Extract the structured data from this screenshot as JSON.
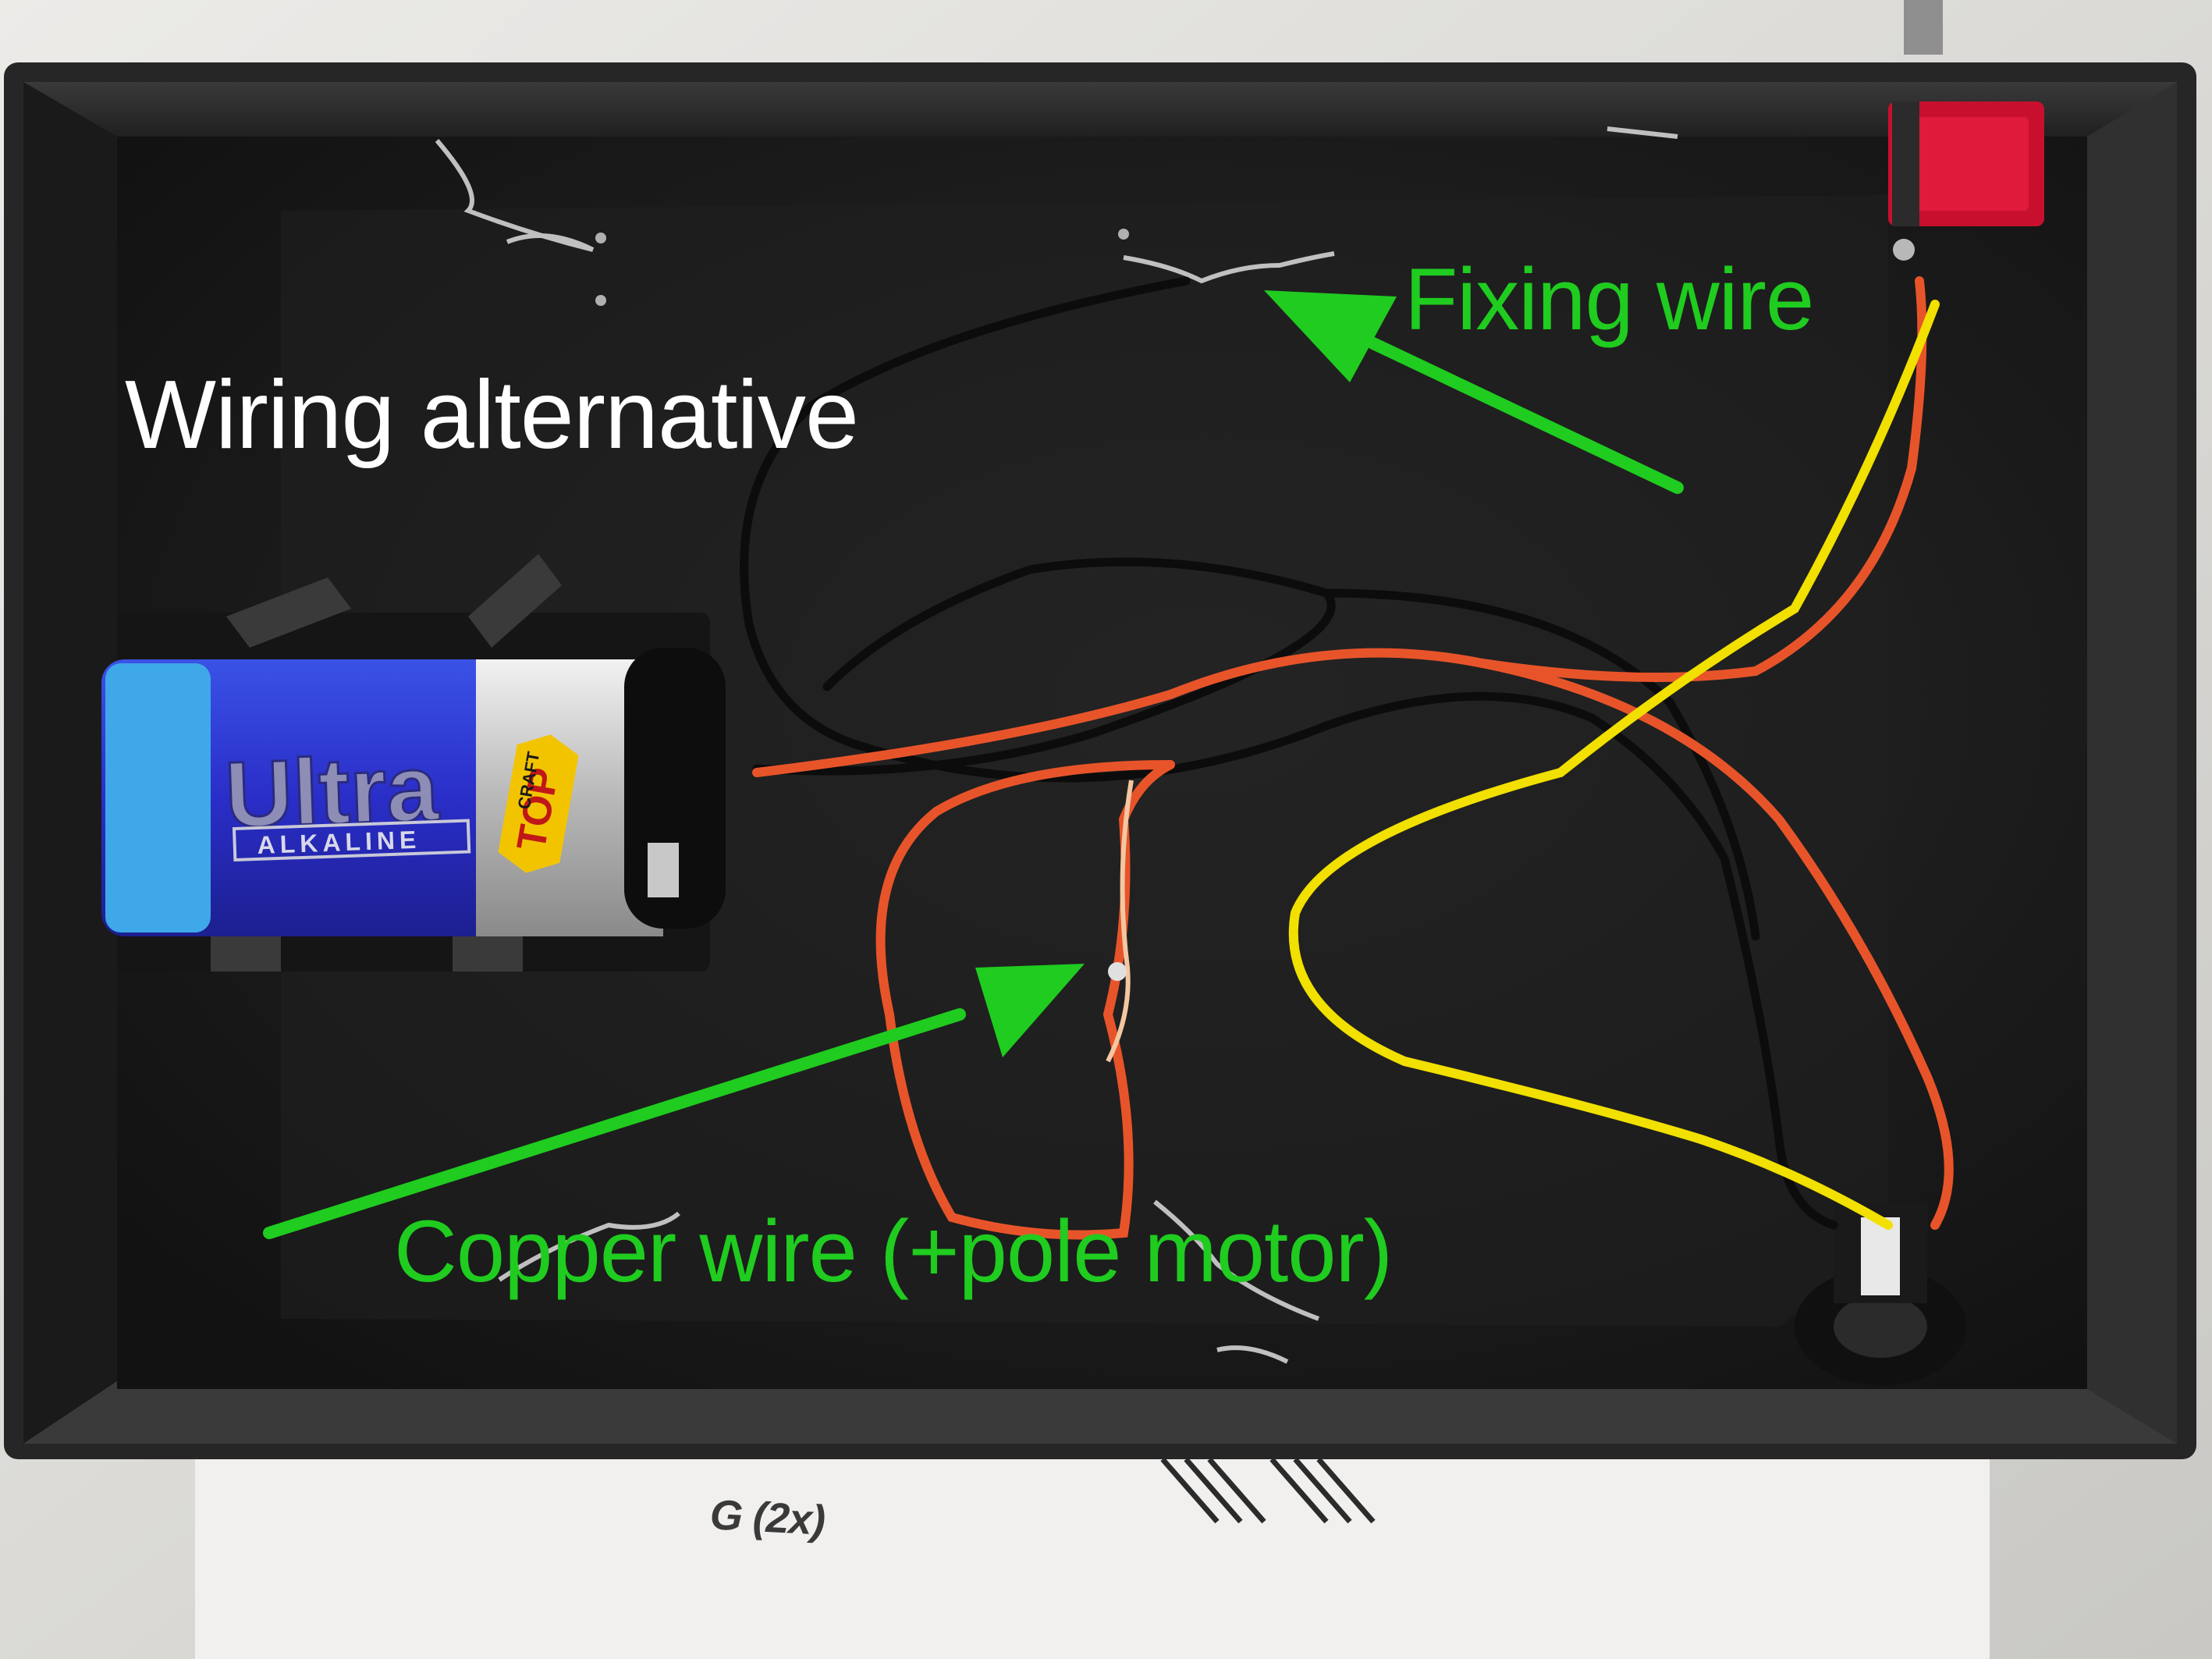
{
  "annotations": {
    "wiring_alternative": "Wiring alternative",
    "fixing_wire": "Fixing wire",
    "copper_wire": "Copper wire (+pole motor)"
  },
  "bag_label": "G (2x)",
  "battery": {
    "brand": "Ultra",
    "type": "ALKALINE",
    "maker_top": "TOP",
    "maker_craft": "CRAFT"
  },
  "colors": {
    "annotation_green": "#1fcc1f",
    "annotation_white": "#ffffff",
    "enclosure": "#1c1c1c",
    "wire_red": "#e8542a",
    "wire_yellow": "#f1e000",
    "wire_black": "#0c0c0c",
    "switch_red": "#c8102e",
    "battery_blue": "#2a2ec8"
  }
}
